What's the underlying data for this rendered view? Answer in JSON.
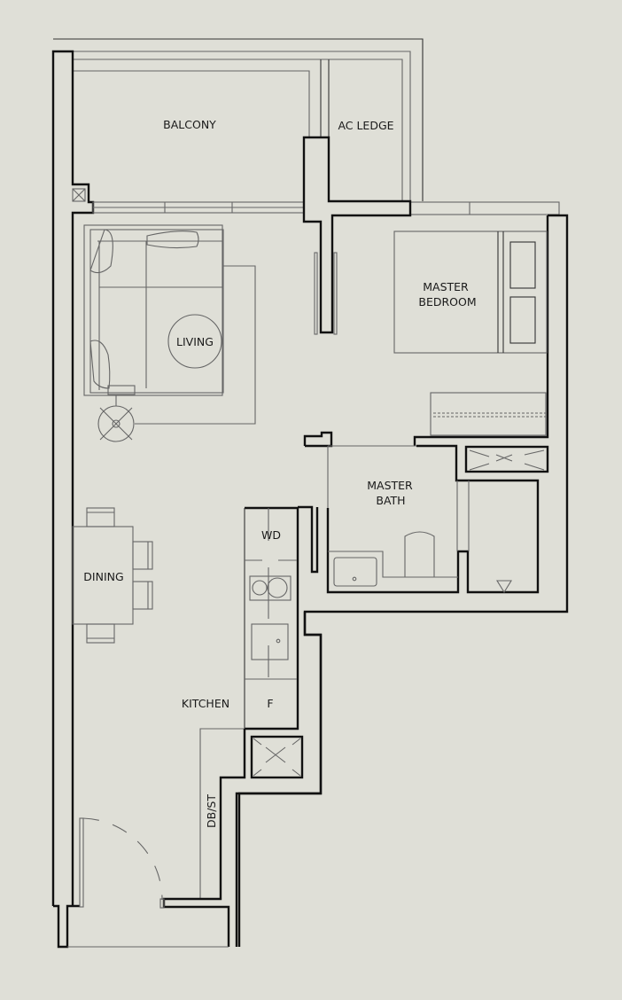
{
  "plan": {
    "background": "#dfdfd7",
    "line_color": "#111111",
    "rooms": {
      "balcony": "BALCONY",
      "ac_ledge": "AC LEDGE",
      "living": "LIVING",
      "master_bedroom_1": "MASTER",
      "master_bedroom_2": "BEDROOM",
      "master_bath_1": "MASTER",
      "master_bath_2": "BATH",
      "dining": "DINING",
      "kitchen": "KITCHEN",
      "wd": "WD",
      "fridge": "F",
      "db_st": "DB/ST"
    }
  }
}
